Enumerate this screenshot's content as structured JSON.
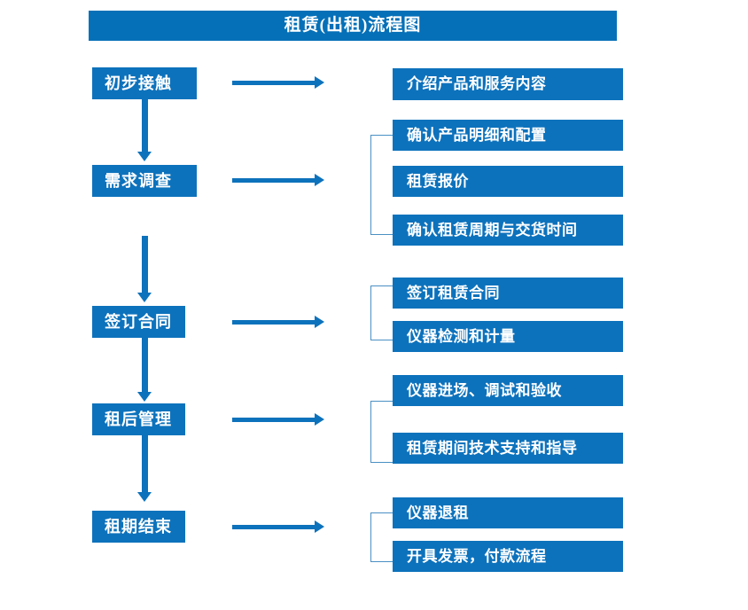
{
  "chart_data": {
    "type": "diagram",
    "title": "租赁(出租)流程图",
    "diagram_kind": "flowchart",
    "orientation": "vertical-with-right-branches",
    "stages": [
      {
        "id": "stage-1",
        "label": "初步接触",
        "details": [
          "介绍产品和服务内容"
        ],
        "bracketed": false
      },
      {
        "id": "stage-2",
        "label": "需求调查",
        "details": [
          "确认产品明细和配置",
          "租赁报价",
          "确认租赁周期与交货时间"
        ],
        "bracketed": true
      },
      {
        "id": "stage-3",
        "label": "签订合同",
        "details": [
          "签订租赁合同",
          "仪器检测和计量"
        ],
        "bracketed": true
      },
      {
        "id": "stage-4",
        "label": "租后管理",
        "details": [
          "仪器进场、调试和验收",
          "租赁期间技术支持和指导"
        ],
        "bracketed": true
      },
      {
        "id": "stage-5",
        "label": "租期结束",
        "details": [
          "仪器退租",
          "开具发票，付款流程"
        ],
        "bracketed": true
      }
    ],
    "colors": {
      "title_bar": "#0570b8",
      "box_fill": "#0d72bc",
      "box_text": "#ffffff",
      "arrow": "#0d72bc",
      "bracket": "#4a90c4",
      "background": "#ffffff"
    }
  },
  "title": {
    "text": "租赁(出租)流程图"
  },
  "stages": {
    "s1": {
      "label": "初步接触"
    },
    "s2": {
      "label": "需求调查"
    },
    "s3": {
      "label": "签订合同"
    },
    "s4": {
      "label": "租后管理"
    },
    "s5": {
      "label": "租期结束"
    }
  },
  "details": {
    "d1_1": "介绍产品和服务内容",
    "d2_1": "确认产品明细和配置",
    "d2_2": "租赁报价",
    "d2_3": "确认租赁周期与交货时间",
    "d3_1": "签订租赁合同",
    "d3_2": "仪器检测和计量",
    "d4_1": "仪器进场、调试和验收",
    "d4_2": "租赁期间技术支持和指导",
    "d5_1": "仪器退租",
    "d5_2": "开具发票，付款流程"
  }
}
